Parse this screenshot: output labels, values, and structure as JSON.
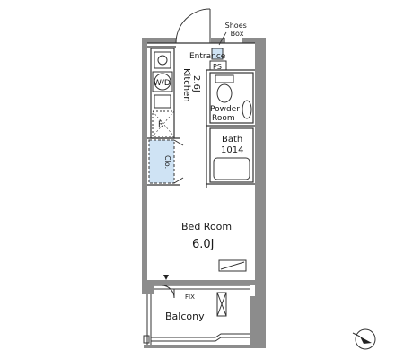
{
  "labels": {
    "shoes_box": "Shoes\nBox",
    "entrance": "Entrance",
    "ps": "PS",
    "kitchen": "Kitchen",
    "kitchen_size": "2.6J",
    "wd": "W/D",
    "r": "R",
    "clo": "Clo.",
    "powder_room_1": "Powder",
    "powder_room_2": "Room",
    "bath": "Bath",
    "bath_size": "1014",
    "bed_room": "Bed Room",
    "bed_room_size": "6.0J",
    "fix": "FIX",
    "balcony": "Balcony"
  },
  "colors": {
    "wall": "#8c8c8c",
    "closet": "#cfe3f4",
    "shoes_box": "#cfe3f4"
  },
  "icons": {
    "compass": "north-arrow-icon"
  }
}
